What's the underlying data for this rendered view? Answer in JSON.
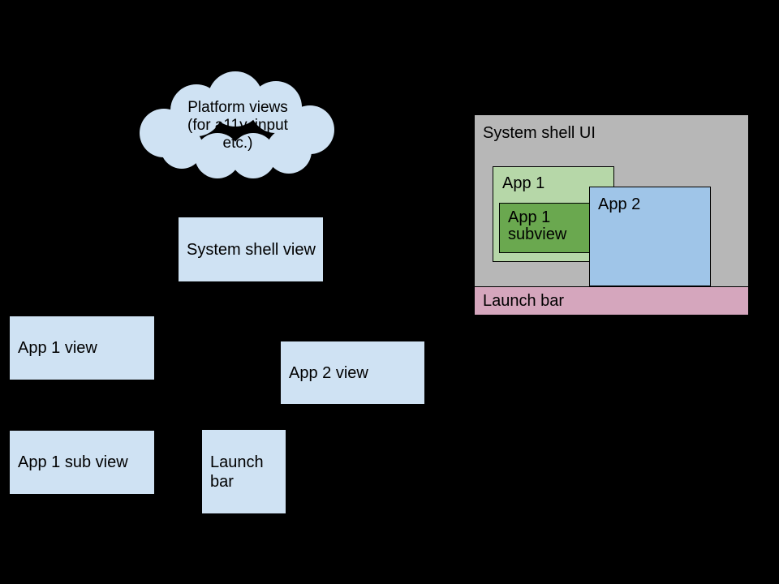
{
  "cloud": {
    "lines": [
      "Platform views",
      "(for a11y, input",
      "etc.)"
    ]
  },
  "tree": {
    "system_shell_view": "System shell view",
    "app1_view": "App 1 view",
    "app2_view": "App 2 view",
    "app1_sub_view": "App 1 sub view",
    "launch_bar_view": "Launch bar"
  },
  "shell_ui": {
    "title": "System shell UI",
    "app1_label": "App 1",
    "app1_subview_label": "App 1 subview",
    "app2_label": "App 2",
    "launch_bar_label": "Launch bar"
  },
  "colors": {
    "background": "#000000",
    "view_box_fill": "#cfe2f3",
    "cloud_fill": "#cfe2f3",
    "cloud_outline": "#000000",
    "shell_ui_fill": "#b7b7b7",
    "app1_fill": "#b6d7a8",
    "app1_subview_fill": "#6aa84f",
    "app2_fill": "#9fc5e8",
    "launch_bar_fill": "#d5a6bd",
    "text": "#000000"
  }
}
